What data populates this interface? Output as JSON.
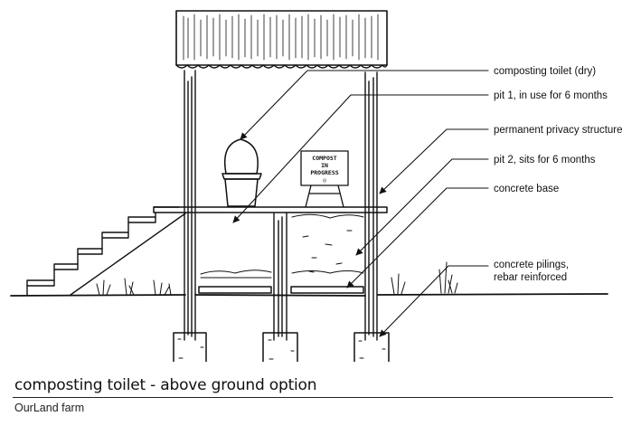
{
  "figure": {
    "title": "composting toilet - above ground option",
    "subtitle": "OurLand farm",
    "sign_lines": [
      "COMPOST",
      "IN",
      "PROGRESS",
      "☺"
    ]
  },
  "labels": [
    {
      "id": "composting-toilet",
      "text": "composting toilet (dry)"
    },
    {
      "id": "pit-1",
      "text": "pit 1, in use for 6 months"
    },
    {
      "id": "privacy-structure",
      "text": "permanent privacy structure"
    },
    {
      "id": "pit-2",
      "text": "pit 2, sits for 6 months"
    },
    {
      "id": "concrete-base",
      "text": "concrete base"
    },
    {
      "id": "concrete-pilings",
      "text": "concrete pilings,",
      "text2": "rebar reinforced"
    }
  ],
  "style": {
    "ink": "#111111",
    "background": "#ffffff"
  }
}
